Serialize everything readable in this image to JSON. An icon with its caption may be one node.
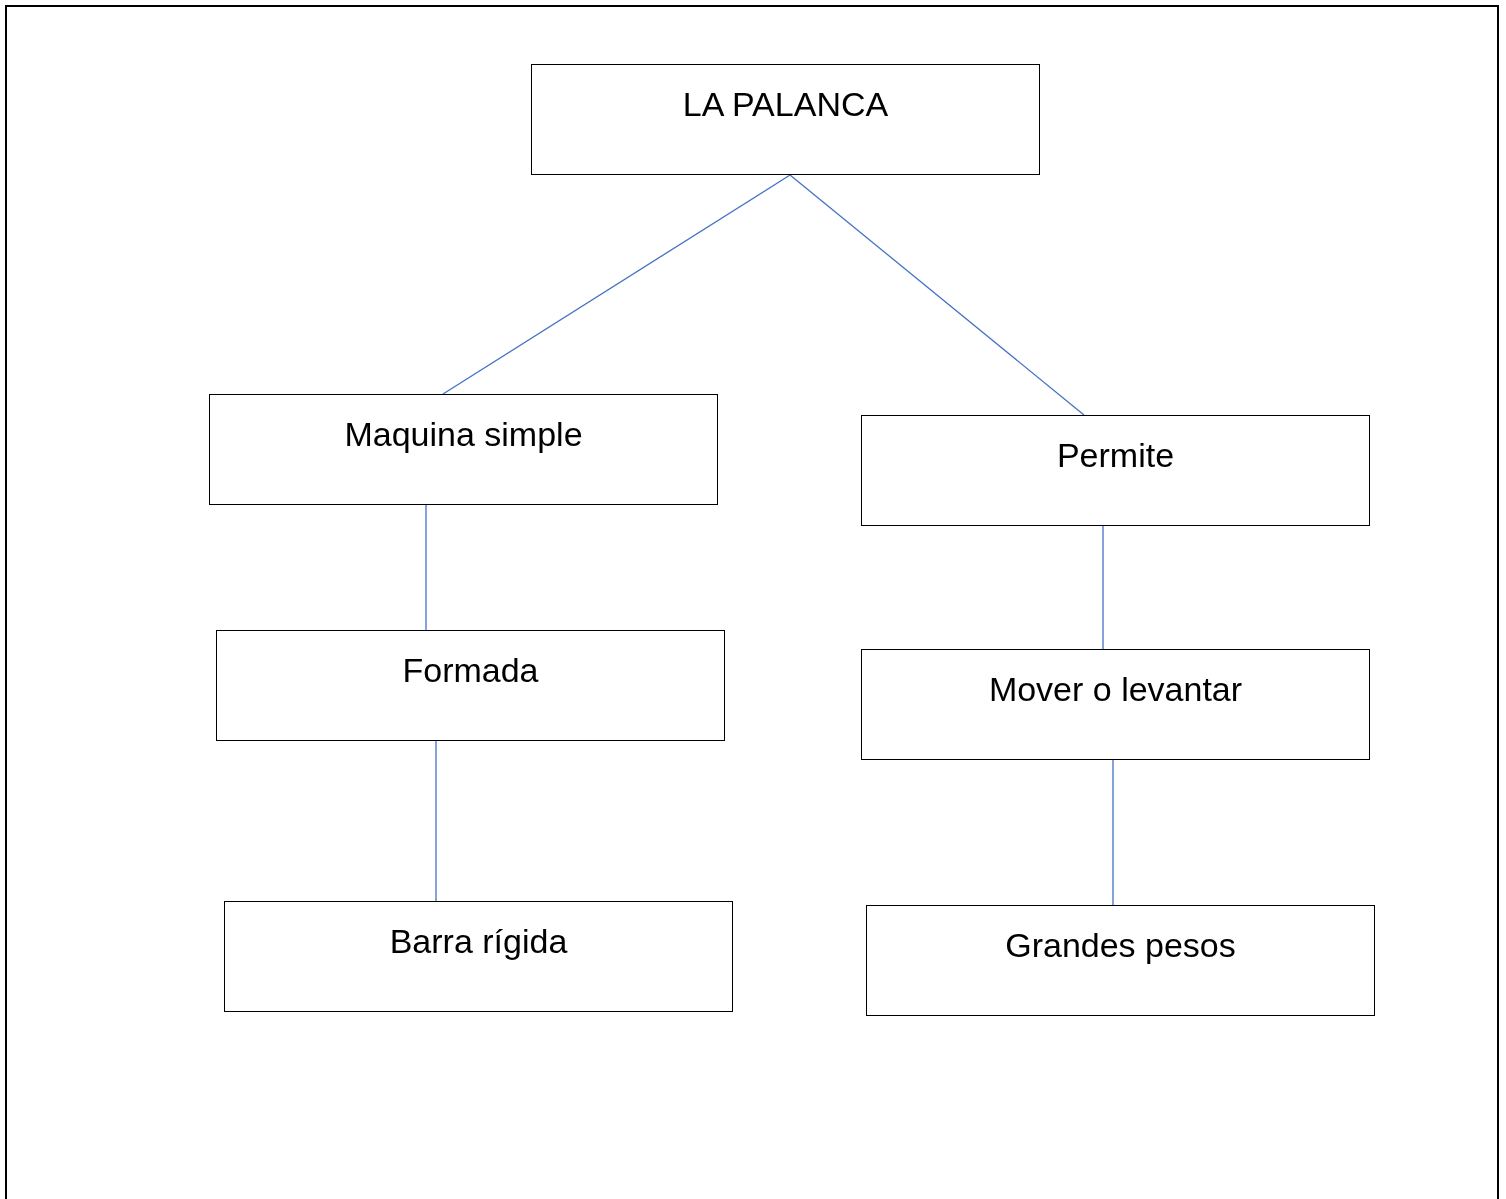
{
  "diagram": {
    "nodes": [
      {
        "text": [
          "LA PALANCA"
        ]
      },
      {
        "text": [
          "Maquina simple"
        ]
      },
      {
        "text": [
          "Permite"
        ]
      },
      {
        "text": [
          "Formada"
        ]
      },
      {
        "text": [
          "Mover o levantar"
        ]
      },
      {
        "text": [
          "Barra rígida"
        ]
      },
      {
        "text": [
          "Grandes pesos"
        ]
      }
    ],
    "edges": [
      {
        "from": 0,
        "to": 1,
        "arrow": "none"
      },
      {
        "from": 0,
        "to": 2,
        "arrow": "none"
      },
      {
        "from": 1,
        "to": 3,
        "arrow": "none"
      },
      {
        "from": 2,
        "to": 4,
        "arrow": "none"
      },
      {
        "from": 3,
        "to": 5,
        "arrow": "none"
      },
      {
        "from": 4,
        "to": 6,
        "arrow": "none"
      }
    ]
  }
}
